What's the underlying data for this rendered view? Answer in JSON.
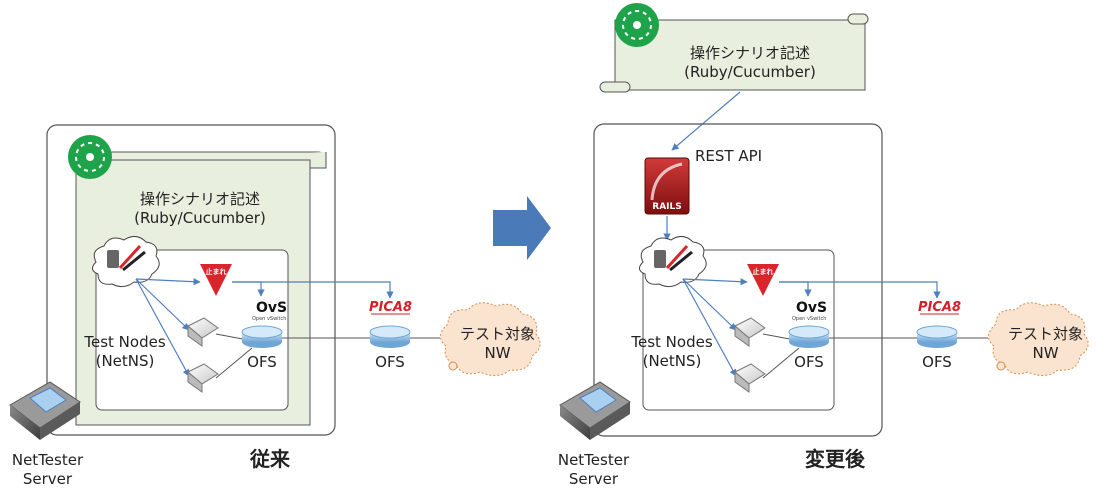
{
  "left": {
    "scenario": "操作シナリオ記述",
    "scenario_sub": "(Ruby/Cucumber)",
    "test_nodes": "Test Nodes",
    "netns": "(NetNS)",
    "ofs_inner": "OFS",
    "ofs_outer": "OFS",
    "target": "テスト対象",
    "target_nw": "NW",
    "server": "NetTester",
    "server_sub": "Server",
    "caption": "従来"
  },
  "right": {
    "scenario": "操作シナリオ記述",
    "scenario_sub": "(Ruby/Cucumber)",
    "rest_api": "REST API",
    "test_nodes": "Test Nodes",
    "netns": "(NetNS)",
    "ofs_inner": "OFS",
    "ofs_outer": "OFS",
    "target": "テスト対象",
    "target_nw": "NW",
    "server": "NetTester",
    "server_sub": "Server",
    "caption": "変更後"
  },
  "logos": {
    "ovs": "OvS",
    "ovs_sub": "Open vSwitch",
    "pica8": "PICA8",
    "rails": "RAILS",
    "stop": "止まれ"
  },
  "colors": {
    "scroll_fill": "#e9efdf",
    "arrow_blue": "#4a7ab8",
    "link_blue": "#4f7fc0",
    "cloud_fill": "#fbe4cf",
    "cloud_stroke": "#d98b4a",
    "cucumber_green": "#1fa34a",
    "stop_red": "#d9262c",
    "rails_red": "#b31c1c",
    "pica8_red": "#d42027"
  }
}
